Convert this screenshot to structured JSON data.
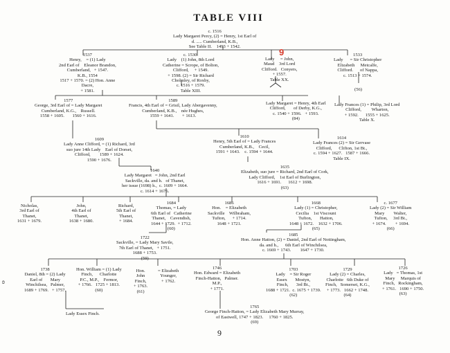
{
  "title": "TABLE VIII",
  "page_number": "9",
  "red_marker": "9",
  "margin_mark": "ʚ",
  "nodes": [
    {
      "text": "c. 1516\nLady Margaret Percy, (2) = Henry, 1st Earl of\nd. ..... Cumberland, K.B.,\nSee Table II.    1493 + 1542."
    },
    {
      "text": "1537\nHenry,    = (1) Lady\n2nd Earl of    Eleanor Brandon,\nCumberland,   + 1547.\nK.B., 1554\n1517 + 1570. = (2) Hon. Anne\nDacre,\n+ 1581."
    },
    {
      "text": "c. 1530.\nLady    (1) John, 8th Lord\nCatherine = Scrope, of Bolton,\nClifford,     + 1549.\n+ 1598. (2) = Sir Richard\nCholmley, of Roxby,\nc. 1516 + 1579.\nTable XIII."
    },
    {
      "text": "Lady     = John,\nMaud    3rd Lord\nClifford.   Conyers,\n+ 1557.\nTable XX."
    },
    {
      "text": "1533\nLady      = Sir Christopher\nElizabeth     Metcalfe,\nClifford.      of Nappa,\nc. 1513 + 1574."
    },
    {
      "text": "(56)"
    },
    {
      "text": "1577\nGeorge, 3rd Earl of = Lady Margaret\nCumberland, K.G.,    Russell.\n1558 + 1605.       1560 + 1616."
    },
    {
      "text": "1589\nFrancis, 4th Earl of = Grisil, Lady Abergavenny,\nCumberland, K.B.,    née Hughes,\n1559 + 1641.       + 1613."
    },
    {
      "text": "Lady Margaret = Henry, 4th Earl\nClifford,       of Derby, K.G.,\nc. 1540 + 1596.   + 1593.\n(84)"
    },
    {
      "text": "Lady Frances (1) = Philip, 3rd Lord\nClifford,         Wharton,\n+ 1592.      1555 + 1625.\nTable X."
    },
    {
      "text": "1609\nLady Anne Clifford, = (1) Richard, 3rd\nsuo jure 14th Lady    Earl of Dorset,\nClifford,        1589 + 1624.\n1590 + 1676."
    },
    {
      "text": "1610\nHenry, 5th Earl of = Lady Frances\nCumberland, K.B.,    Cecil,\n1591 + 1643.    c. 1594 + 1644."
    },
    {
      "text": "1614\nLady Frances (2) = Sir Gervase\nClifford,      Clifton, 1st Bt.,\nc. 1594 + 1627.   1587 + 1666.\nTable IX."
    },
    {
      "text": "1635\nElizabeth, suo jure = Richard, 2nd Earl of Cork,\nLady Clifford,    1st Earl of Burlington,\n1616 + 1691.      1612 + 1698.\n(63)"
    },
    {
      "text": "1640\nLady Margaret   = John, 2nd Earl\nSackville, da. and h.   of Thanet,\nher issue (1698) h.,  c. 1609 + 1664.\nc. 1614 + 1676."
    },
    {
      "text": "Nicholas,\n3rd Earl of\nThanet,\n1631 + 1679."
    },
    {
      "text": "John,\n4th Earl of\nThanet,\n1638 + 1680."
    },
    {
      "text": "Richard,\n5th Earl of\nThanet,\n+ 1684."
    },
    {
      "text": "1684\nThomas, = Lady\n6th Earl of   Catherine\nThanet,    Cavendish,\n1644 + 1729.  + 1712.\n(60)"
    },
    {
      "text": "1686\nHon.    = Elizabeth\nSackville    Wilbraham,\nTufton,      + 1714.\n1648 + 1721."
    },
    {
      "text": "1668\nLady (1) = Christopher,\nCecilia    1st Viscount\nTufton,       Hatton,\n1648 + 1672.    1632 + 1706.\n(65)"
    },
    {
      "text": "c. 1677\nLady (2) = Sir William\nMary        Walter,\nTufton,     3rd Bt.,\n+ 1674.        + 1694.\n(66)"
    },
    {
      "text": "1722\nSackville, = Lady Mary Savile,\n7th Earl of Thanet,   + 1751.\n1688 + 1753.\n(59)"
    },
    {
      "text": "1685\nHon. Anne Hatton, (2) = Daniel, 2nd Earl of Nottingham,\nda. and h.,      6th Earl of Winchilsea,\nc. 1669 + 1743.        1647 + 1730."
    },
    {
      "text": "1738\nDaniel, 8th = (2) Lady\nEarl of       Mary\nWinchilsea,   Palmer,\n1689 + 1769.   + 1757."
    },
    {
      "text": "Hon. William = (1) Lady\nFinch,      Charlotte\nP.C., M.P.,    Fermor,\n+ 1766.   1725 + 1813.\n(60)"
    },
    {
      "text": "Hon.\nJohn\nFinch,\n+ 1763.\n(61)"
    },
    {
      "text": "= Elizabeth\nYounger,\n+ 1762."
    },
    {
      "text": "1746\nHon. Edward = Elizabeth\nFinch-Hatton,   Palmer.\nM.P.,\n+ 1771."
    },
    {
      "text": "1703\nLady    = Sir Roger\nEssex       Mostyn,\nFinch,       3rd Bt.,\n1688 + 1721.  c. 1675 + 1739.\n(62)"
    },
    {
      "text": "1729\nLady (2) = Charles,\nCharlotte   6th Duke of\nFinch,   Somerset, K.G.,\n+ 1773.   1662 + 1748.\n(64)"
    },
    {
      "text": "1726\nLady   = Thomas, 1st\nMary     Marquis of\nFinch,   Rockingham,\n+ 1761.   1690 + 1750.\n(63)"
    },
    {
      "text": "Lady Essex Finch."
    },
    {
      "text": "1765\nGeorge Finch-Hatton, = Lady Elizabeth Mary Murray,\nof Eastwell, 1747 + 1823.     1760 + 1825.\n(69)"
    }
  ]
}
